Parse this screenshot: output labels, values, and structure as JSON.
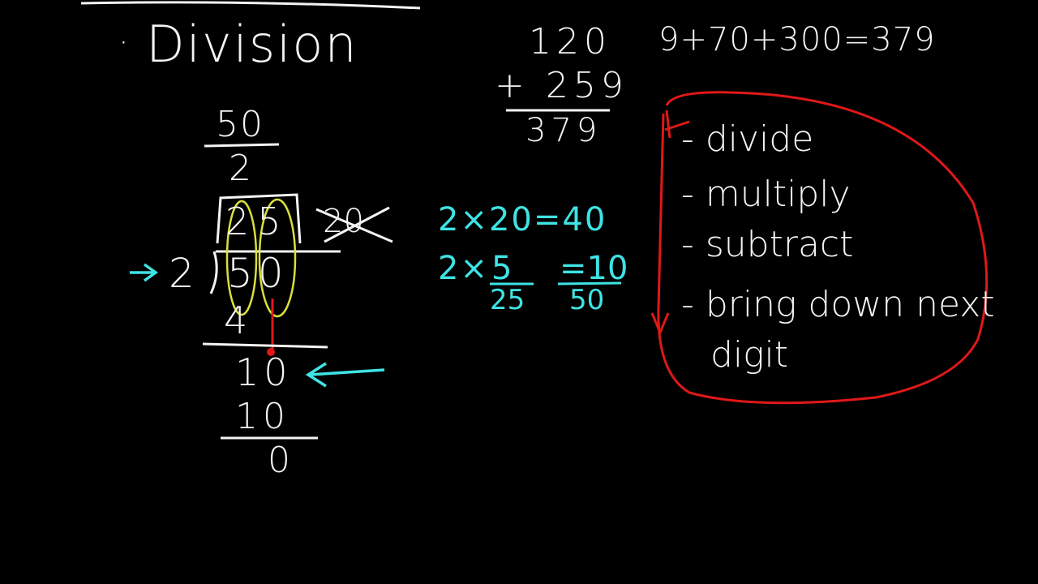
{
  "board": {
    "background": "#000000",
    "colors": {
      "chalk": "#f4f4f4",
      "cyan": "#3fe3e3",
      "yellow": "#d8e03a",
      "red": "#e01818"
    }
  },
  "heading": {
    "bullet": "·",
    "title": "Division"
  },
  "fraction": {
    "numerator": "50",
    "denominator": "2"
  },
  "long_division": {
    "quotient": "25",
    "crossed_out": "20",
    "divisor": "2",
    "dividend": "50",
    "steps": [
      "4",
      "10",
      "10",
      "0"
    ]
  },
  "addition": {
    "addend_a": "120",
    "addend_b": "+ 259",
    "sum": "379",
    "expanded": "9+70+300=379"
  },
  "check": {
    "line1": "2×20=40",
    "line2_left": "2×",
    "line2_mid": "5",
    "line2_right": "=10",
    "line3_mid": "25",
    "line3_right": "50"
  },
  "algorithm_steps": [
    "- divide",
    "- multiply",
    "- subtract",
    "- bring down next",
    "digit"
  ]
}
